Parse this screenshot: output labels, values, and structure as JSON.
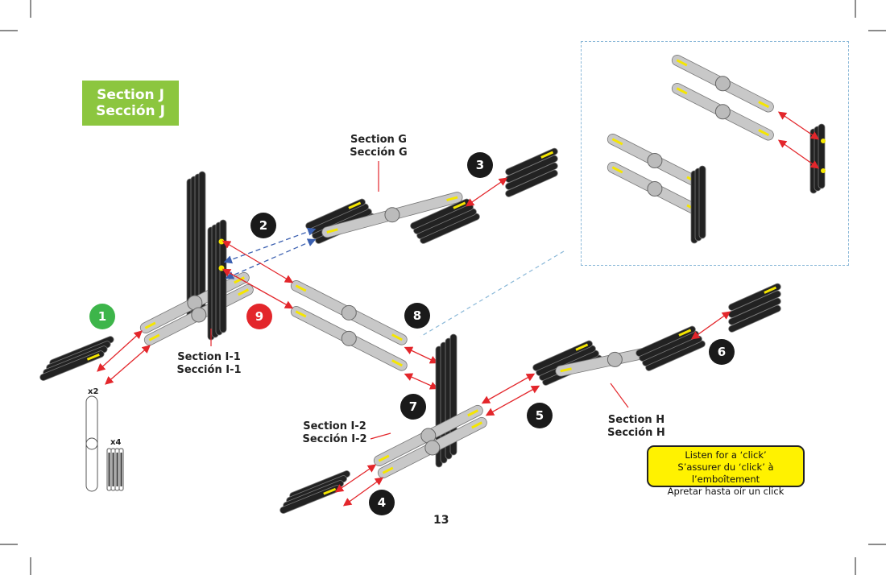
{
  "section_title": {
    "en": "Section J",
    "es": "Sección J"
  },
  "labels": {
    "section_g": [
      "Section G",
      "Sección G"
    ],
    "section_i1": [
      "Section I-1",
      "Sección I-1"
    ],
    "section_i2": [
      "Section I-2",
      "Sección I-2"
    ],
    "section_h": [
      "Section H",
      "Sección H"
    ]
  },
  "steps": [
    "1",
    "2",
    "3",
    "4",
    "5",
    "6",
    "7",
    "8",
    "9"
  ],
  "step_colors": {
    "1": "#3db54a",
    "9": "#e3262b",
    "default": "#1a1a1a"
  },
  "parts_list": {
    "arm_qty": "x2",
    "plate_qty": "x4"
  },
  "click_note": [
    "Listen for a ‘click’",
    "S’assurer du ‘click’ à l’emboîtement",
    "Apretar hasta oír un click"
  ],
  "page_number": "13",
  "colors": {
    "section_green": "#8cc63f",
    "note_yellow": "#fff200",
    "arrow_red": "#e3262b",
    "arrow_blue": "#3a5fb0",
    "inset_border": "#8ab8d8"
  }
}
